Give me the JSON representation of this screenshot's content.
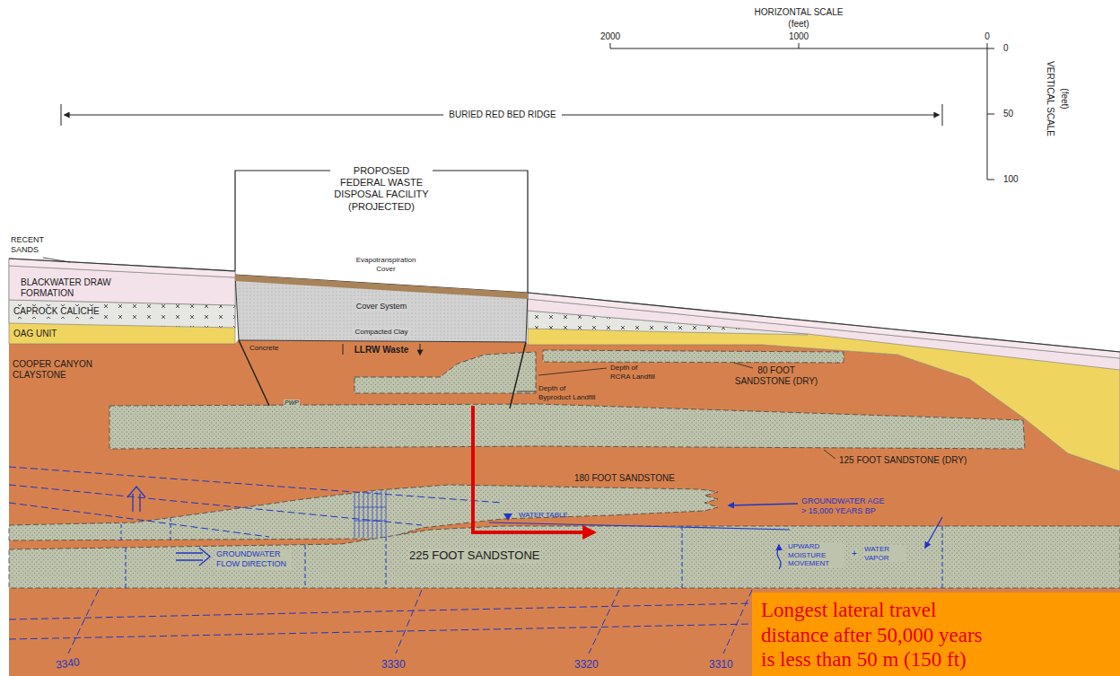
{
  "diagram": {
    "nodes": [
      {
        "text": [
          "Cover System",
          "Compacted Clay"
        ]
      },
      {
        "text": [
          "Longest lateral travel distance after 50,000 years is less than 50 m (150 ft)"
        ]
      }
    ],
    "labels": [
      "HORIZONTAL SCALE",
      "(feet)",
      "2000",
      "1000",
      "0",
      "0",
      "50",
      "100",
      "VERTICAL SCALE",
      "(feet)",
      "BURIED RED BED RIDGE",
      "PROPOSED FEDERAL WASTE DISPOSAL FACILITY (PROJECTED)",
      "RECENT SANDS",
      "Evapotranspiration Cover",
      "BLACKWATER DRAW FORMATION",
      "CAPROCK CALICHE",
      "OAG UNIT",
      "Concrete",
      "LLRW Waste",
      "80 FOOT SANDSTONE (DRY)",
      "COOPER CANYON CLAYSTONE",
      "Depth of RCRA Landfill",
      "Depth of Byproduct Landfill",
      "PWP",
      "125 FOOT SANDSTONE (DRY)",
      "180 FOOT SANDSTONE",
      "GROUNDWATER AGE > 15,000 YEARS BP",
      "WATER TABLE",
      "UPWARD MOISTURE MOVEMENT",
      "+",
      "WATER VAPOR",
      "GROUNDWATER FLOW DIRECTION",
      "225 FOOT SANDSTONE",
      "3340",
      "3330",
      "3320",
      "3310"
    ]
  }
}
